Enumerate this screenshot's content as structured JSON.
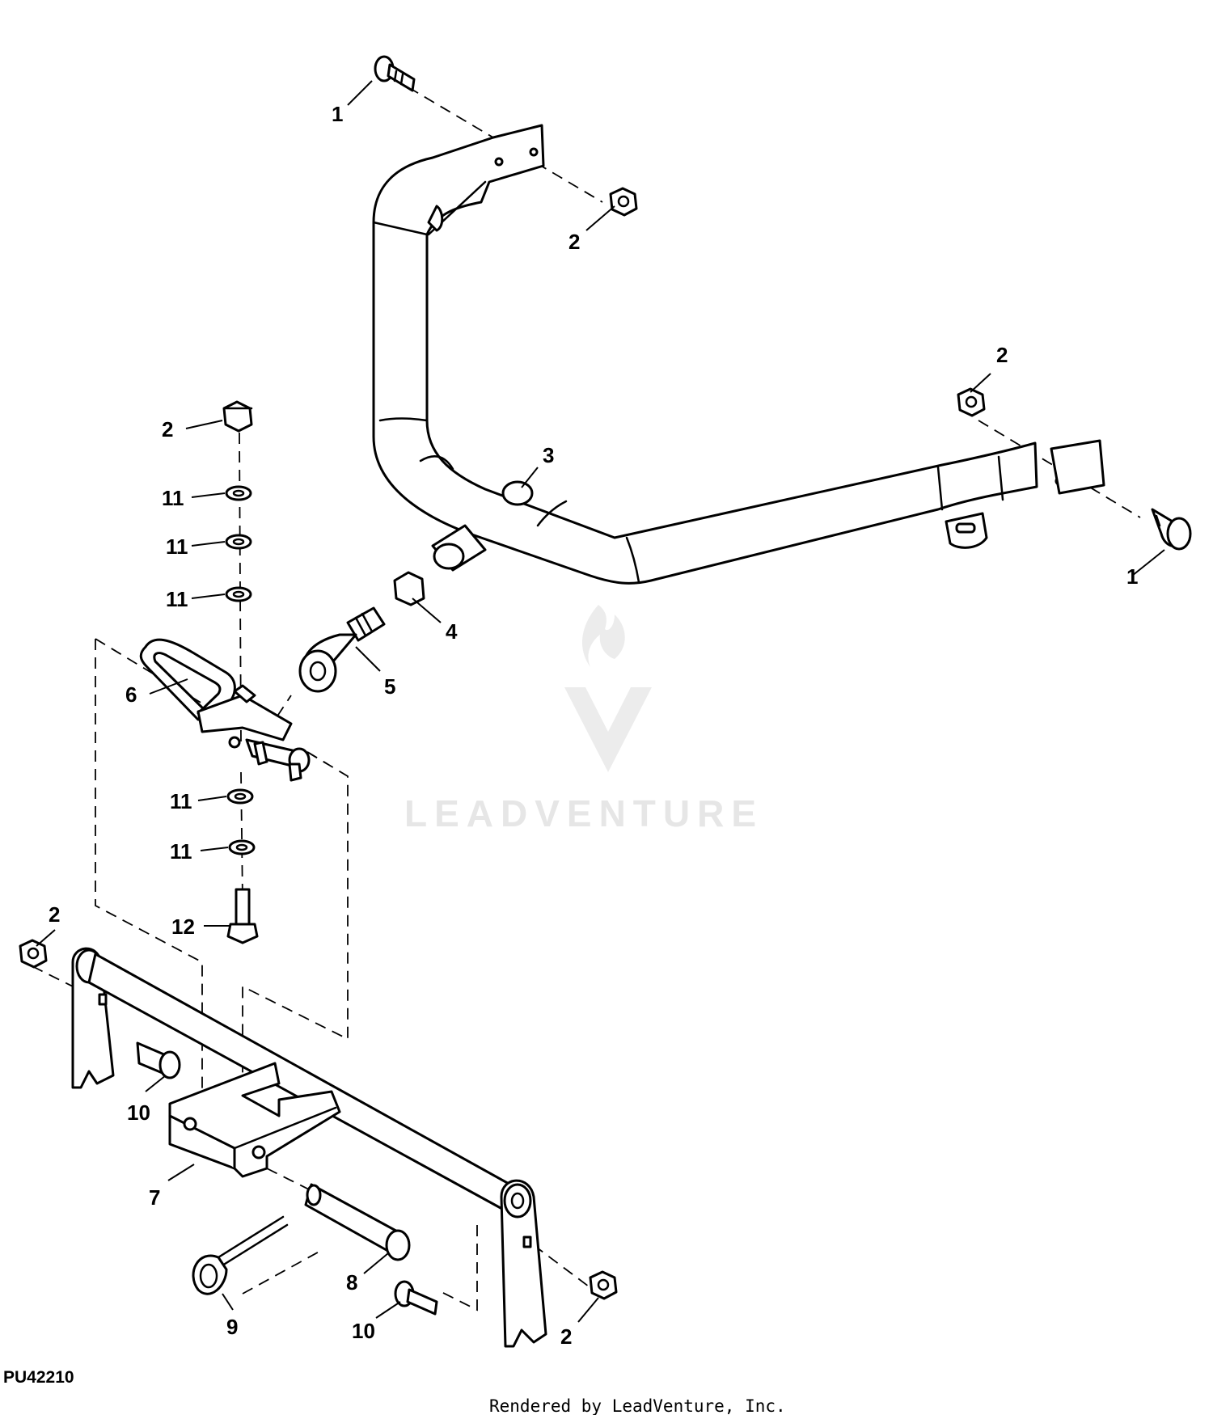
{
  "diagram": {
    "callouts": [
      {
        "label": "1"
      },
      {
        "label": "2"
      },
      {
        "label": "1"
      },
      {
        "label": "2"
      },
      {
        "label": "3"
      },
      {
        "label": "4"
      },
      {
        "label": "5"
      },
      {
        "label": "2"
      },
      {
        "label": "11"
      },
      {
        "label": "11"
      },
      {
        "label": "11"
      },
      {
        "label": "6"
      },
      {
        "label": "11"
      },
      {
        "label": "11"
      },
      {
        "label": "12"
      },
      {
        "label": "2"
      },
      {
        "label": "10"
      },
      {
        "label": "7"
      },
      {
        "label": "8"
      },
      {
        "label": "9"
      },
      {
        "label": "10"
      },
      {
        "label": "2"
      }
    ],
    "reference_code": "PU42210",
    "watermark_text": "LEADVENTURE",
    "footer_text": "Rendered by LeadVenture, Inc."
  }
}
